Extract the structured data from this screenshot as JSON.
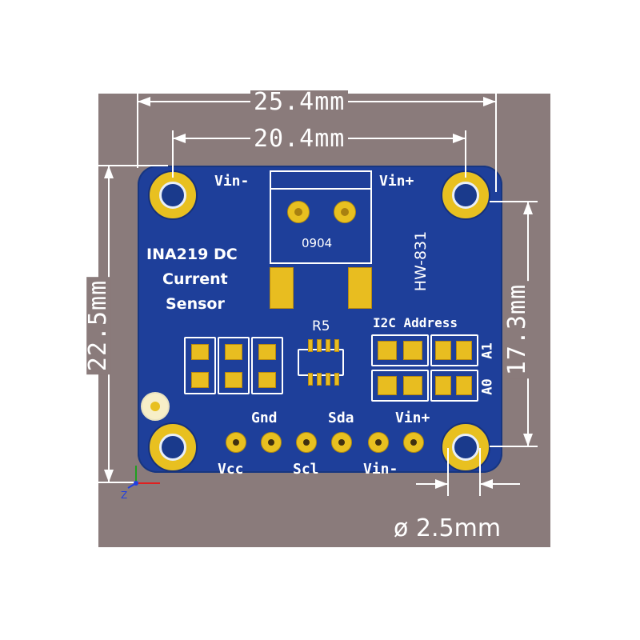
{
  "dimensions": {
    "width_outer": "25.4mm",
    "width_holes": "20.4mm",
    "height_outer": "22.5mm",
    "height_holes": "17.3mm",
    "hole_diameter": "ø 2.5mm"
  },
  "board": {
    "title_line1": "INA219 DC",
    "title_line2": "Current",
    "title_line3": "Sensor",
    "model": "HW-831",
    "terminal_left": "Vin-",
    "terminal_right": "Vin+",
    "terminal_part": "0904",
    "resistor": "R5",
    "i2c_address": "I2C Address",
    "jumper_a1": "A1",
    "jumper_a0": "A0",
    "pins_top": [
      "Gnd",
      "Sda",
      "Vin+"
    ],
    "pins_bottom": [
      "Vcc",
      "Scl",
      "Vin-"
    ]
  },
  "axis_gizmo": {
    "z_label": "Z"
  },
  "colors": {
    "pcb": "#1e3f9a",
    "gold": "#e8bd20",
    "silkscreen": "#ffffff",
    "background": "#8a7b7b"
  }
}
